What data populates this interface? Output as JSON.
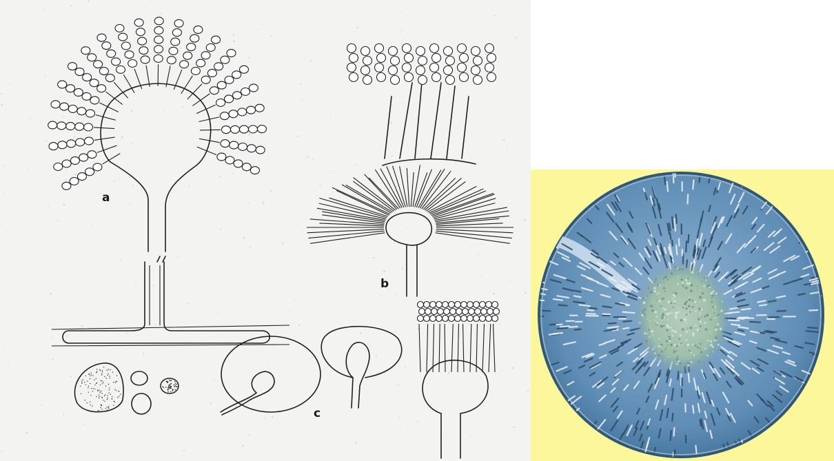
{
  "illustration": {
    "labels": [
      "a",
      "b",
      "c"
    ]
  },
  "photo": {
    "background_color": "#fcf79a",
    "dish_color": "#6f9cc4",
    "colony_color": "#9fbfaa"
  }
}
